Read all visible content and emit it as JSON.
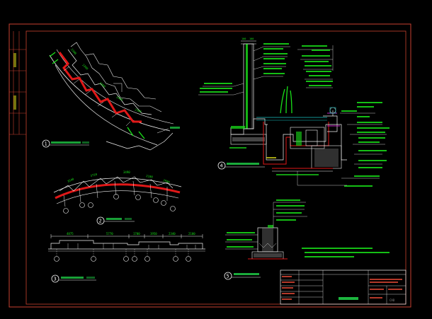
{
  "sheet": {
    "detail_numbers": [
      "1",
      "2",
      "3",
      "4",
      "5"
    ],
    "title_block_stamp": "CAD"
  },
  "colors": {
    "background": "#000000",
    "frame": "#c8402f",
    "white_lines": "#f2f2f2",
    "green_text": "#19e019",
    "green_label": "#21d64a",
    "red_fill": "#e01818",
    "yellow": "#e6e61a",
    "magenta": "#c61fc6",
    "grey": "#8a8a8a",
    "cyan": "#19c8c8"
  },
  "plan_1": {
    "dimensions": [
      "2300",
      "2300",
      "2300",
      "2300",
      "2300"
    ]
  },
  "plan_2": {
    "dimensions": [
      "3540",
      "3710",
      "3490",
      "2100",
      "2000"
    ]
  },
  "elevation_3": {
    "dimensions": [
      "4875",
      "5770",
      "1700",
      "1950",
      "2340",
      "2100"
    ]
  },
  "section_4": {
    "top_dims": [
      "100",
      "100"
    ]
  }
}
